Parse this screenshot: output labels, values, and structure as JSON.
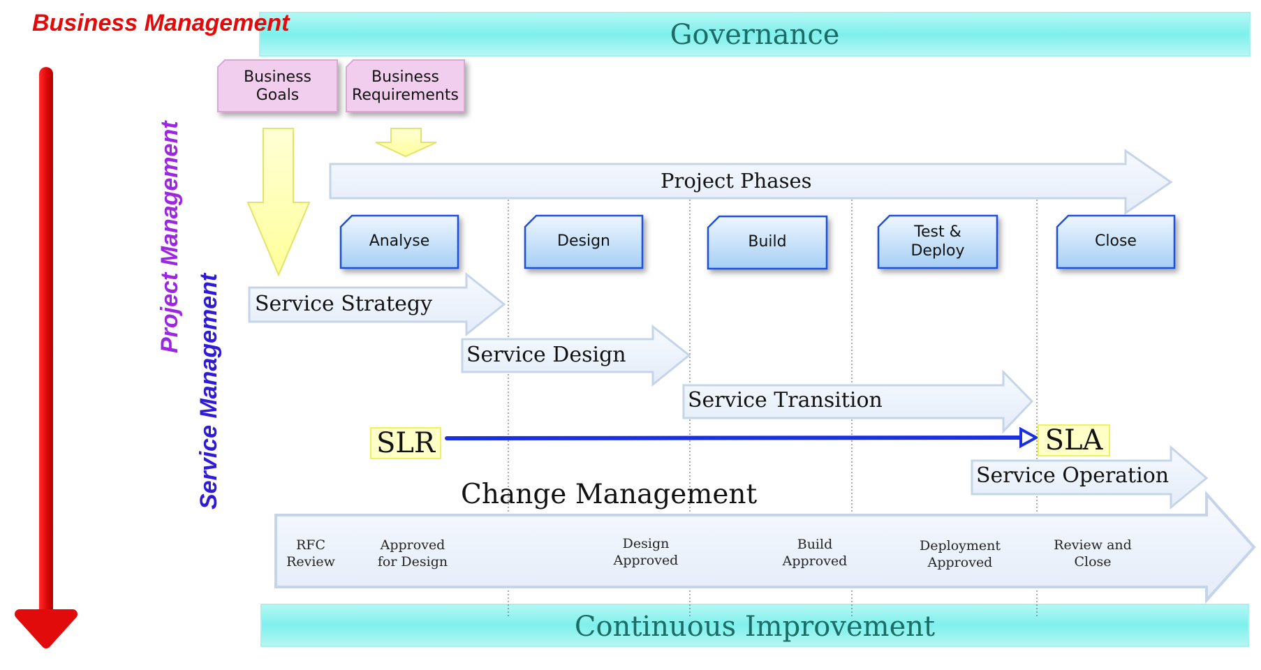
{
  "business_management": "Business Management",
  "project_management": "Project Management",
  "service_management": "Service Management",
  "governance": "Governance",
  "continuous_improvement": "Continuous Improvement",
  "inputs": {
    "business_goals": "Business\nGoals",
    "business_requirements": "Business\nRequirements"
  },
  "project_phases": {
    "title": "Project Phases",
    "phases": [
      "Analyse",
      "Design",
      "Build",
      "Test &\nDeploy",
      "Close"
    ]
  },
  "lifecycle": {
    "strategy": "Service Strategy",
    "design": "Service Design",
    "transition": "Service Transition",
    "operation": "Service Operation"
  },
  "slr": "SLR",
  "sla": "SLA",
  "change_management": {
    "title": "Change Management",
    "milestones": [
      "RFC\nReview",
      "Approved\nfor Design",
      "Design\nApproved",
      "Build\nApproved",
      "Deployment\nApproved",
      "Review and\nClose"
    ]
  },
  "colors": {
    "business_management": "#e10b0b",
    "project_management": "#9c27e0",
    "service_management": "#2f1ad6",
    "band_fill": "#7ef0ec",
    "band_text": "#1b6b66",
    "phase_box_border": "#1a4fe0",
    "input_box_fill": "#f1cdee",
    "arrow_fill": "#eef4fc",
    "slr_line": "#1a2fe0"
  }
}
